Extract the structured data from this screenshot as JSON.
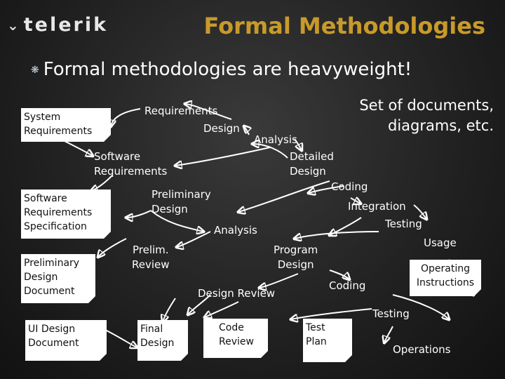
{
  "header": {
    "logo_text": "telerik",
    "logo_icon": "telerik-chevron-icon",
    "title": "Formal Methodologies"
  },
  "bullet": {
    "icon": "bullet-icon",
    "text": "Formal methodologies are heavyweight!"
  },
  "note": {
    "line1": "Set of documents,",
    "line2": "diagrams, etc."
  },
  "documents": [
    {
      "line1": "System",
      "line2": "Requirements",
      "line3": ""
    },
    {
      "line1": "Software",
      "line2": "Requirements",
      "line3": "Specification"
    },
    {
      "line1": "Preliminary",
      "line2": "Design",
      "line3": "Document"
    },
    {
      "line1": "UI Design",
      "line2": "Document",
      "line3": ""
    },
    {
      "line1": "Final",
      "line2": "Design",
      "line3": ""
    },
    {
      "line1": "Code",
      "line2": "Review",
      "line3": ""
    },
    {
      "line1": "Test",
      "line2": "Plan",
      "line3": ""
    },
    {
      "line1": "Operating",
      "line2": "Instructions",
      "line3": ""
    }
  ],
  "stages": [
    {
      "line1": "Requirements",
      "line2": ""
    },
    {
      "line1": "Design",
      "line2": ""
    },
    {
      "line1": "Analysis",
      "line2": ""
    },
    {
      "line1": "Software",
      "line2": "Requirements"
    },
    {
      "line1": "Detailed",
      "line2": "Design"
    },
    {
      "line1": "Coding",
      "line2": ""
    },
    {
      "line1": "Preliminary",
      "line2": "Design"
    },
    {
      "line1": "Integration",
      "line2": ""
    },
    {
      "line1": "Testing",
      "line2": ""
    },
    {
      "line1": "Analysis",
      "line2": ""
    },
    {
      "line1": "Usage",
      "line2": ""
    },
    {
      "line1": "Prelim.",
      "line2": "Review"
    },
    {
      "line1": "Program",
      "line2": "Design"
    },
    {
      "line1": "Coding",
      "line2": ""
    },
    {
      "line1": "Design Review",
      "line2": ""
    },
    {
      "line1": "Testing",
      "line2": ""
    },
    {
      "line1": "Operations",
      "line2": ""
    }
  ]
}
